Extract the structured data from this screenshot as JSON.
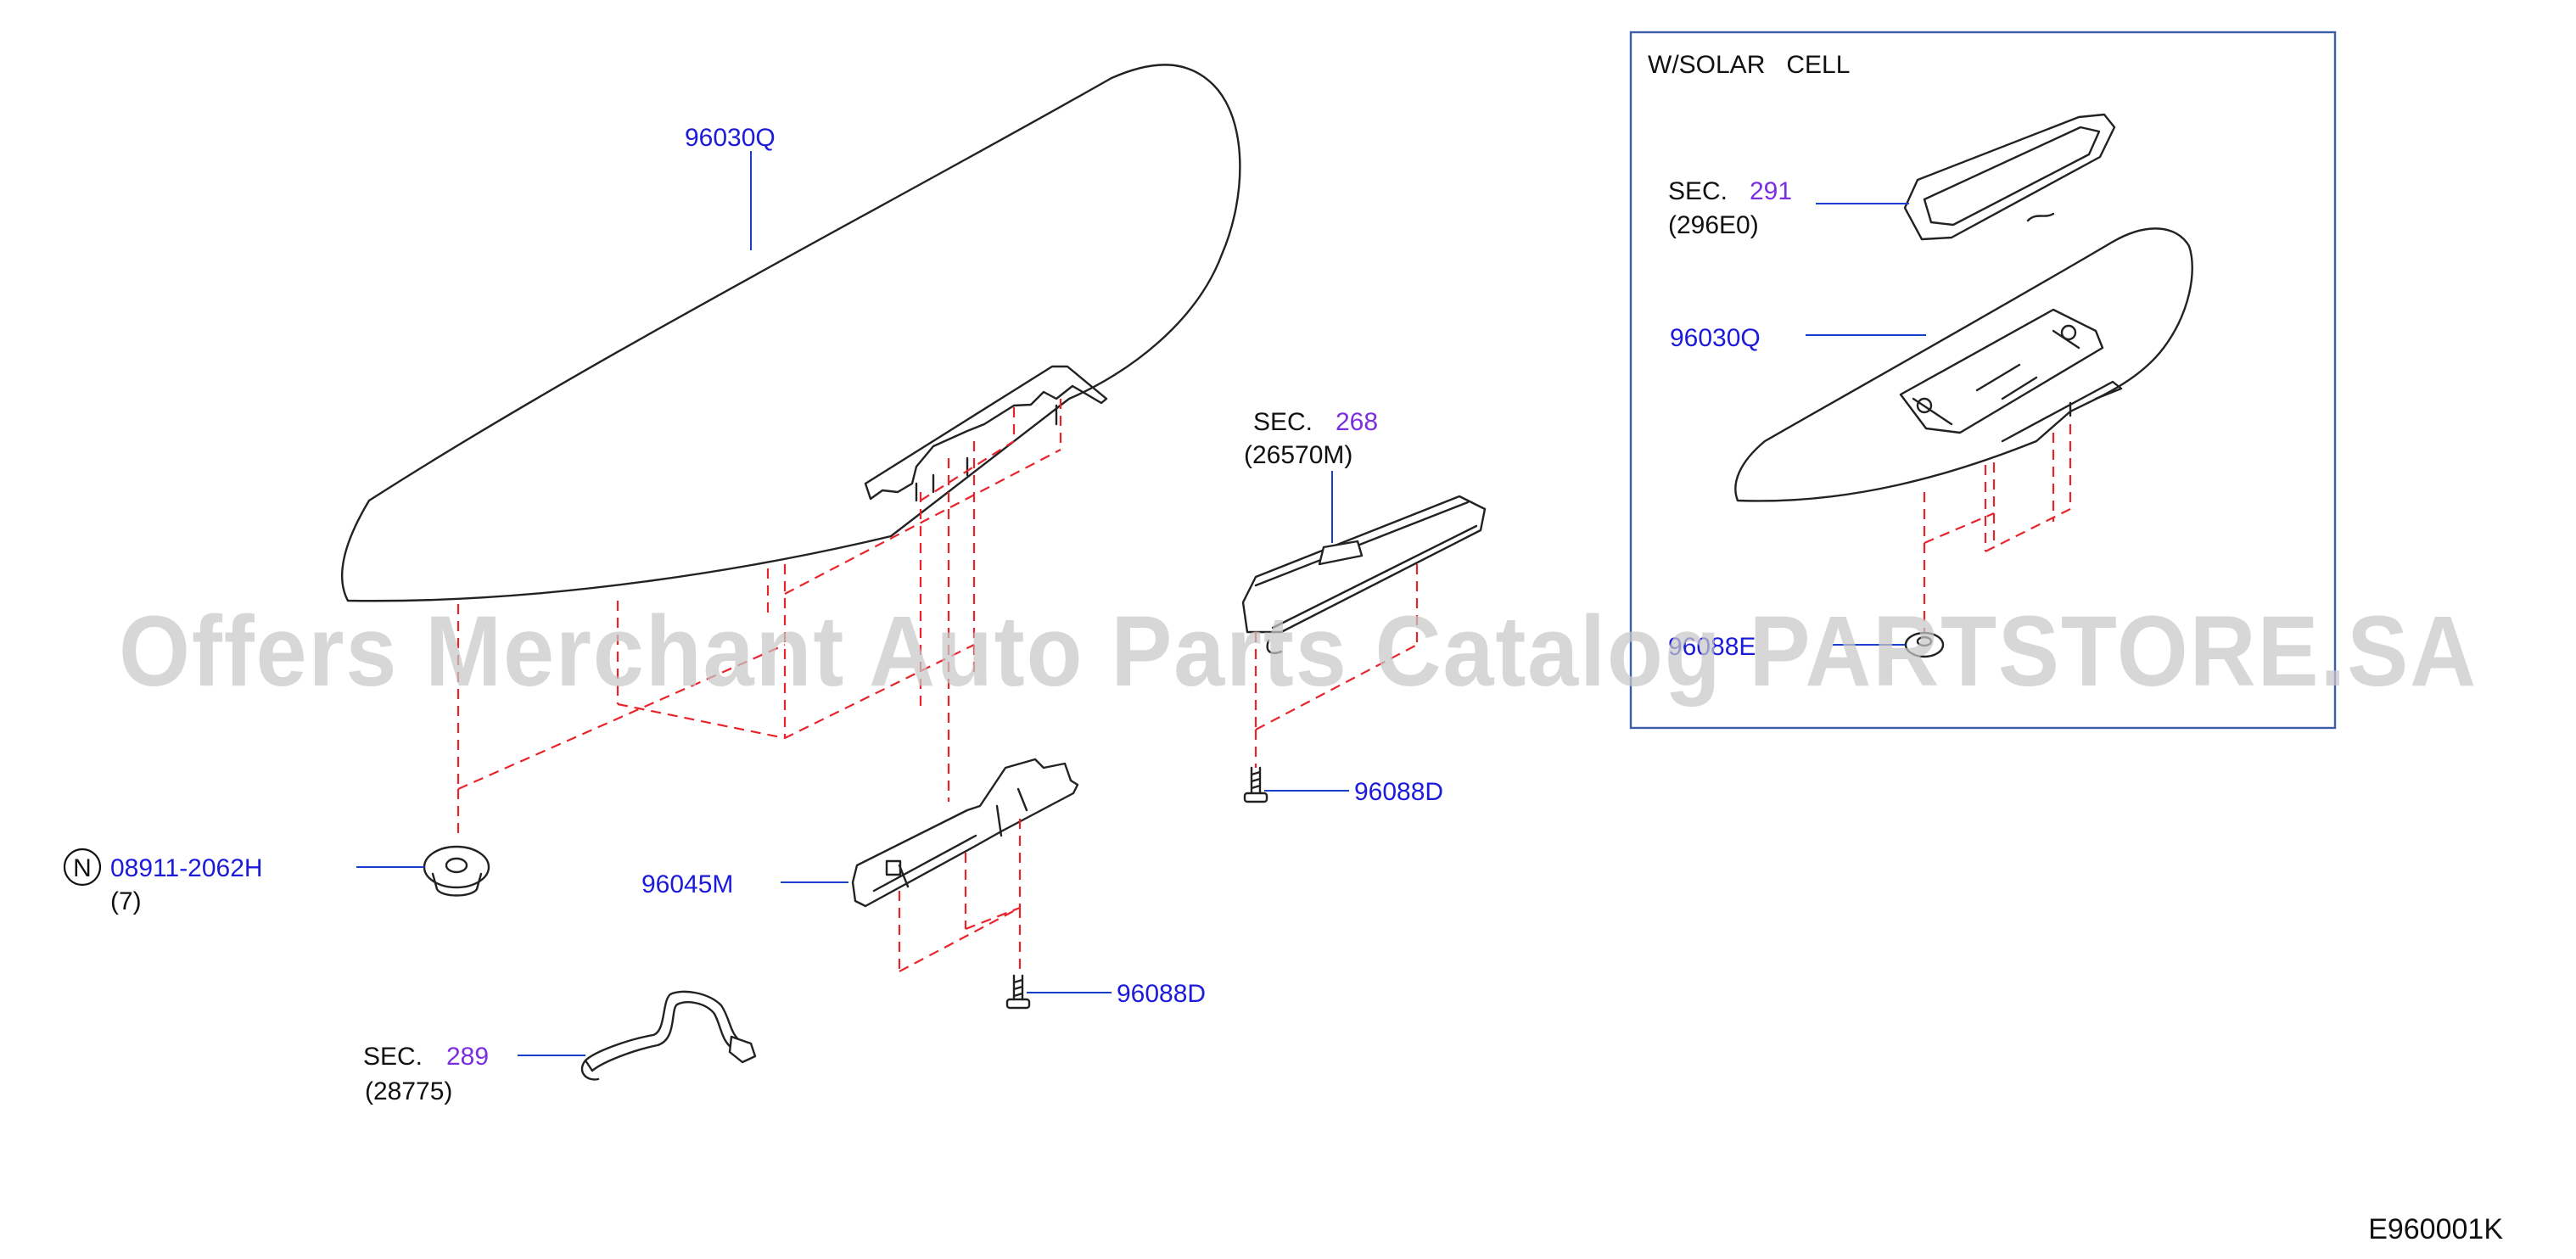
{
  "watermark": "Offers Merchant Auto Parts Catalog PARTSTORE.SA",
  "diagram_code": "E960001K",
  "inset": {
    "title": "W/SOLAR   CELL",
    "sec_291_prefix": "SEC.",
    "sec_291_num": "291",
    "sec_291_sub": "(296E0)",
    "part_96030q": "96030Q",
    "part_9608e": "96088E"
  },
  "labels": {
    "spoiler": "96030Q",
    "clip_prefix": "N",
    "clip": "08911-2062H",
    "clip_qty": "(7)",
    "bracket": "96045M",
    "screw_lower": "96088D",
    "screw_upper": "96088D",
    "sec_268_prefix": "SEC.",
    "sec_268_num": "268",
    "sec_268_sub": "(26570M)",
    "sec_289_prefix": "SEC.",
    "sec_289_num": "289",
    "sec_289_sub": "(28775)"
  }
}
